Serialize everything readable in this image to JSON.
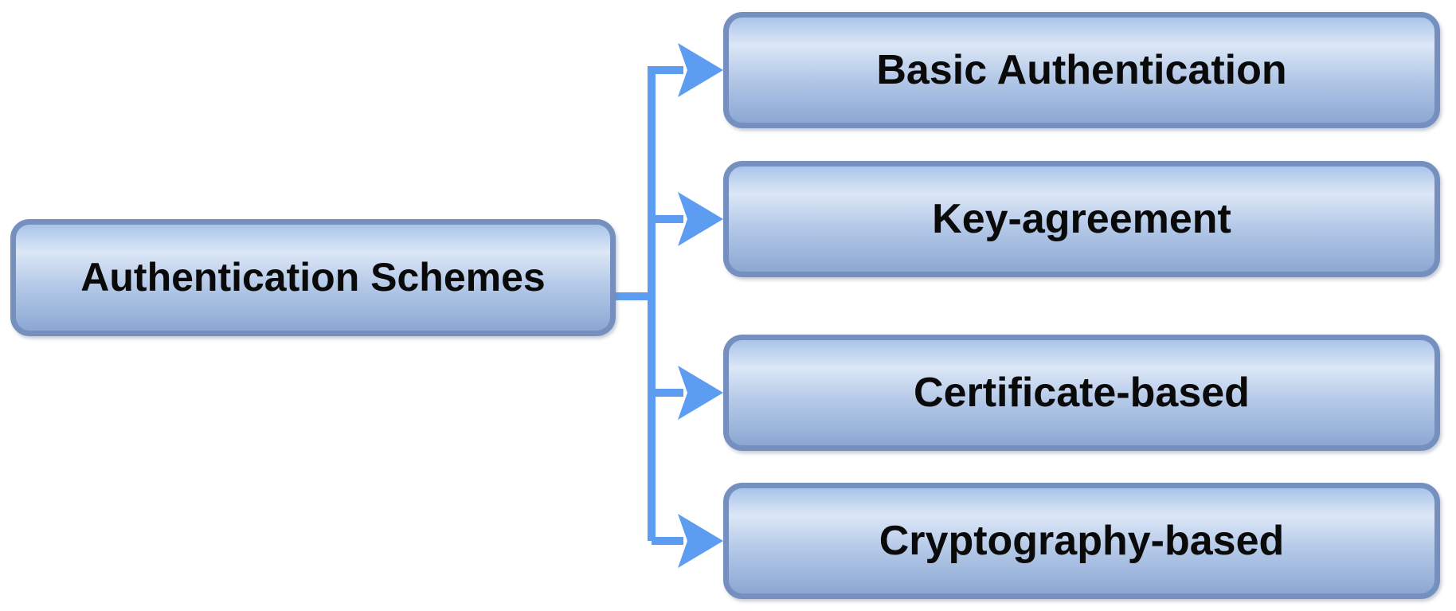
{
  "diagram": {
    "title": "Authentication Schemes hierarchy",
    "root": {
      "label": "Authentication Schemes"
    },
    "children": [
      {
        "label": "Basic Authentication"
      },
      {
        "label": "Key-agreement"
      },
      {
        "label": "Certificate-based"
      },
      {
        "label": "Cryptography-based"
      }
    ]
  },
  "colors": {
    "connector": "#5C9DF2",
    "box_border": "#7590BE",
    "box_grad_top": "#A9C4E9",
    "box_grad_light": "#DCE7F6",
    "box_grad_mid": "#B7CBE9",
    "box_grad_bottom": "#8BA8D3",
    "text": "#0A0A0A",
    "background": "#FFFFFF"
  }
}
